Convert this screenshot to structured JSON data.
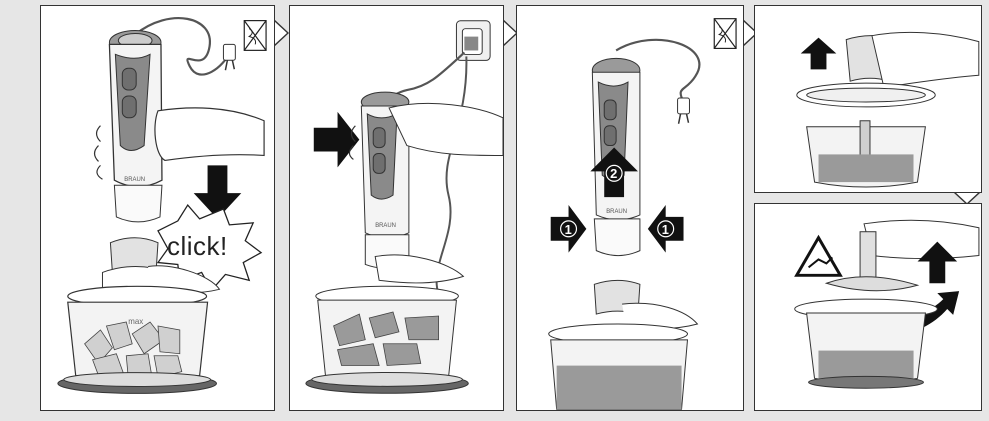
{
  "steps": [
    {
      "id": 1,
      "click_label": "click!",
      "brand_label": "BRAUN",
      "max_label": "max",
      "icon": "no-plug-icon"
    },
    {
      "id": 2,
      "brand_label": "BRAUN",
      "icon": "wall-socket-icon"
    },
    {
      "id": 3,
      "brand_label": "BRAUN",
      "icon": "no-plug-icon",
      "step_number_release": "1",
      "step_number_lift": "2"
    },
    {
      "id": 4,
      "icon": "arrow-up-icon"
    },
    {
      "id": 5,
      "icon": "blade-warning-icon"
    }
  ],
  "colors": {
    "background": "#e6e6e6",
    "panel": "#ffffff",
    "outline": "#333333",
    "arrow": "#111111",
    "motor_body": "#8a8a8a",
    "bowl_base": "#555555"
  }
}
